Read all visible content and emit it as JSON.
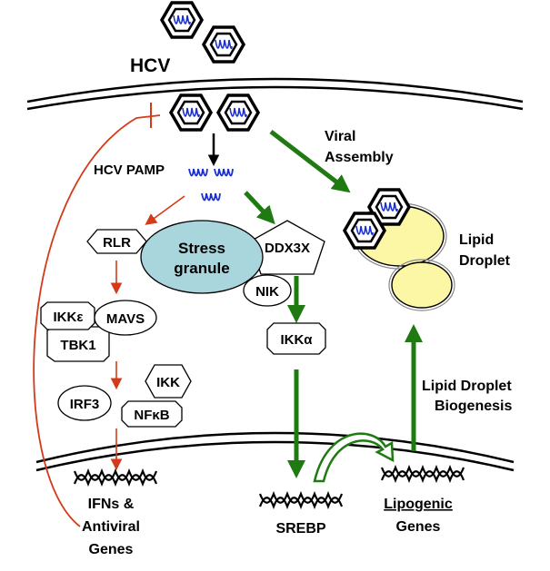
{
  "diagram": {
    "virus_label": "HCV",
    "pamp_label": "HCV PAMP",
    "viral_assembly": [
      "Viral",
      "Assembly"
    ],
    "lipid_droplet": [
      "Lipid",
      "Droplet"
    ],
    "stress_granule": [
      "Stress",
      "granule"
    ],
    "rlr": "RLR",
    "ddx3x": "DDX3X",
    "nik": "NIK",
    "ikk_epsilon": "IKKε",
    "mavs": "MAVS",
    "tbk1": "TBK1",
    "ikk_alpha": "IKKα",
    "ikk": "IKK",
    "irf3": "IRF3",
    "nfkb": "NFκB",
    "biogenesis": [
      "Lipid Droplet",
      "Biogenesis"
    ],
    "ifn_genes": [
      "IFNs &",
      "Antiviral",
      "Genes"
    ],
    "srebp": "SREBP",
    "lipogenic_genes": [
      "Lipogenic",
      "Genes"
    ],
    "colors": {
      "green_arrow": "#1f7a12",
      "red_arrow": "#d43a1a",
      "stress_granule_fill": "#a8d6dc",
      "lipid_droplet_fill": "#fcf7a4",
      "rna": "#1a2fd0"
    }
  }
}
